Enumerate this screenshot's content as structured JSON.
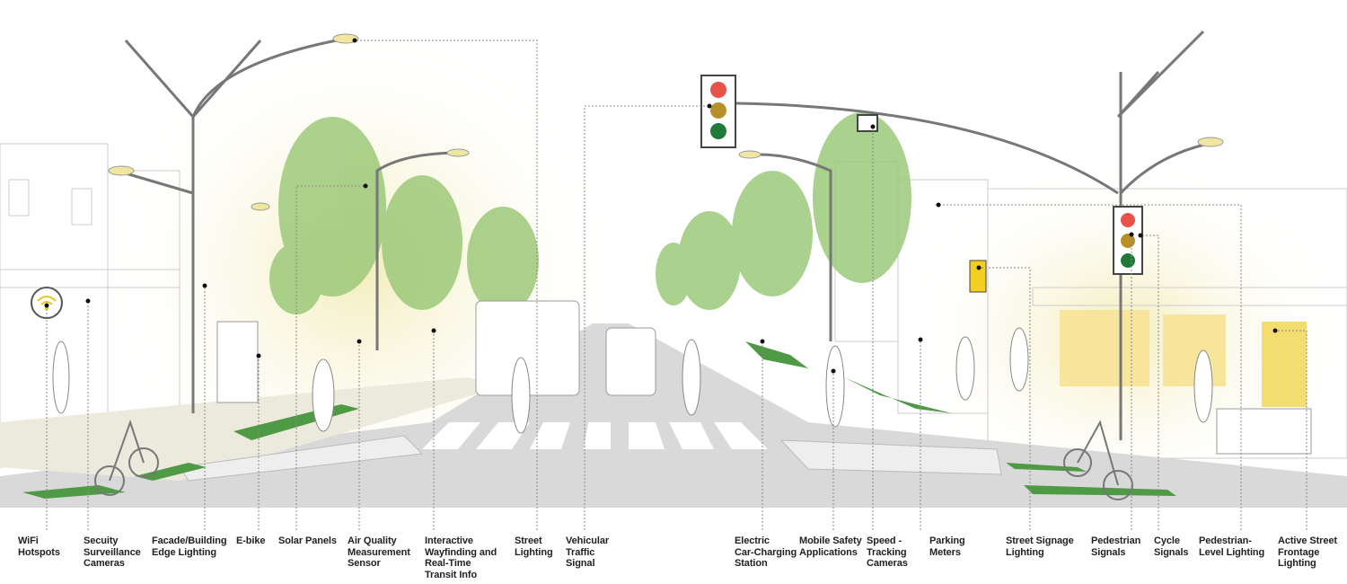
{
  "title": "Smart street infrastructure diagram",
  "colors": {
    "road": "#d9d9d9",
    "bike_lane": "#4f9a45",
    "tree": "#9cc97a",
    "glow": "#f5eec0",
    "signal_red": "#e8524a",
    "signal_amber": "#b8902a",
    "signal_green": "#1f7a3a",
    "sign_yellow": "#f2d020"
  },
  "labels": [
    {
      "id": "wifi",
      "text": "WiFi\nHotspots"
    },
    {
      "id": "security",
      "text": "Secuity\nSurveillance\nCameras"
    },
    {
      "id": "facade",
      "text": "Facade/Building\nEdge Lighting"
    },
    {
      "id": "ebike",
      "text": "E-bike"
    },
    {
      "id": "solar",
      "text": "Solar Panels"
    },
    {
      "id": "air",
      "text": "Air Quality\nMeasurement\nSensor"
    },
    {
      "id": "wayfinding",
      "text": "Interactive\nWayfinding and\nReal-Time\nTransit Info"
    },
    {
      "id": "street-lighting",
      "text": "Street\nLighting"
    },
    {
      "id": "traffic-signal",
      "text": "Vehicular\nTraffic\nSignal"
    },
    {
      "id": "ev",
      "text": "Electric\nCar-Charging\nStation"
    },
    {
      "id": "mobile",
      "text": "Mobile Safety\nApplications"
    },
    {
      "id": "speed",
      "text": "Speed -\nTracking\nCameras"
    },
    {
      "id": "parking",
      "text": "Parking\nMeters"
    },
    {
      "id": "signage",
      "text": "Street Signage\nLighting"
    },
    {
      "id": "ped-signals",
      "text": "Pedestrian\nSignals"
    },
    {
      "id": "cycle",
      "text": "Cycle\nSignals"
    },
    {
      "id": "ped-lighting",
      "text": "Pedestrian-\nLevel Lighting"
    },
    {
      "id": "frontage",
      "text": "Active Street\nFrontage\nLighting"
    }
  ]
}
